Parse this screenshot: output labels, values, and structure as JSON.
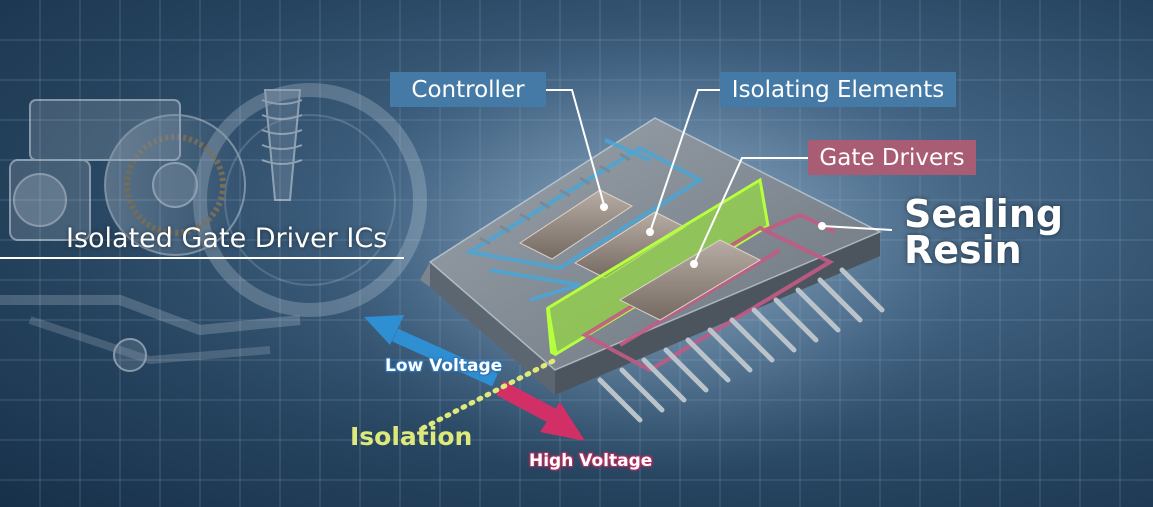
{
  "labels": {
    "controller": "Controller",
    "isolating_elements": "Isolating Elements",
    "gate_drivers": "Gate Drivers",
    "sealing_resin_line1": "Sealing",
    "sealing_resin_line2": "Resin",
    "product": "Isolated Gate Driver ICs",
    "low_voltage": "Low Voltage",
    "high_voltage": "High Voltage",
    "isolation": "Isolation"
  },
  "colors": {
    "label_blue": "#457aa6",
    "label_pink": "#a95d75",
    "barrier_green": "#9cf22a",
    "low_voltage_arrow": "#2f8fd3",
    "high_voltage_arrow": "#d22f66",
    "isolation_dots": "#dde97a",
    "grid_lines": "#9fb6cc"
  },
  "icons": {
    "background": "ev-motor-suspension-illustration",
    "chip": "ic-package-cutaway"
  }
}
